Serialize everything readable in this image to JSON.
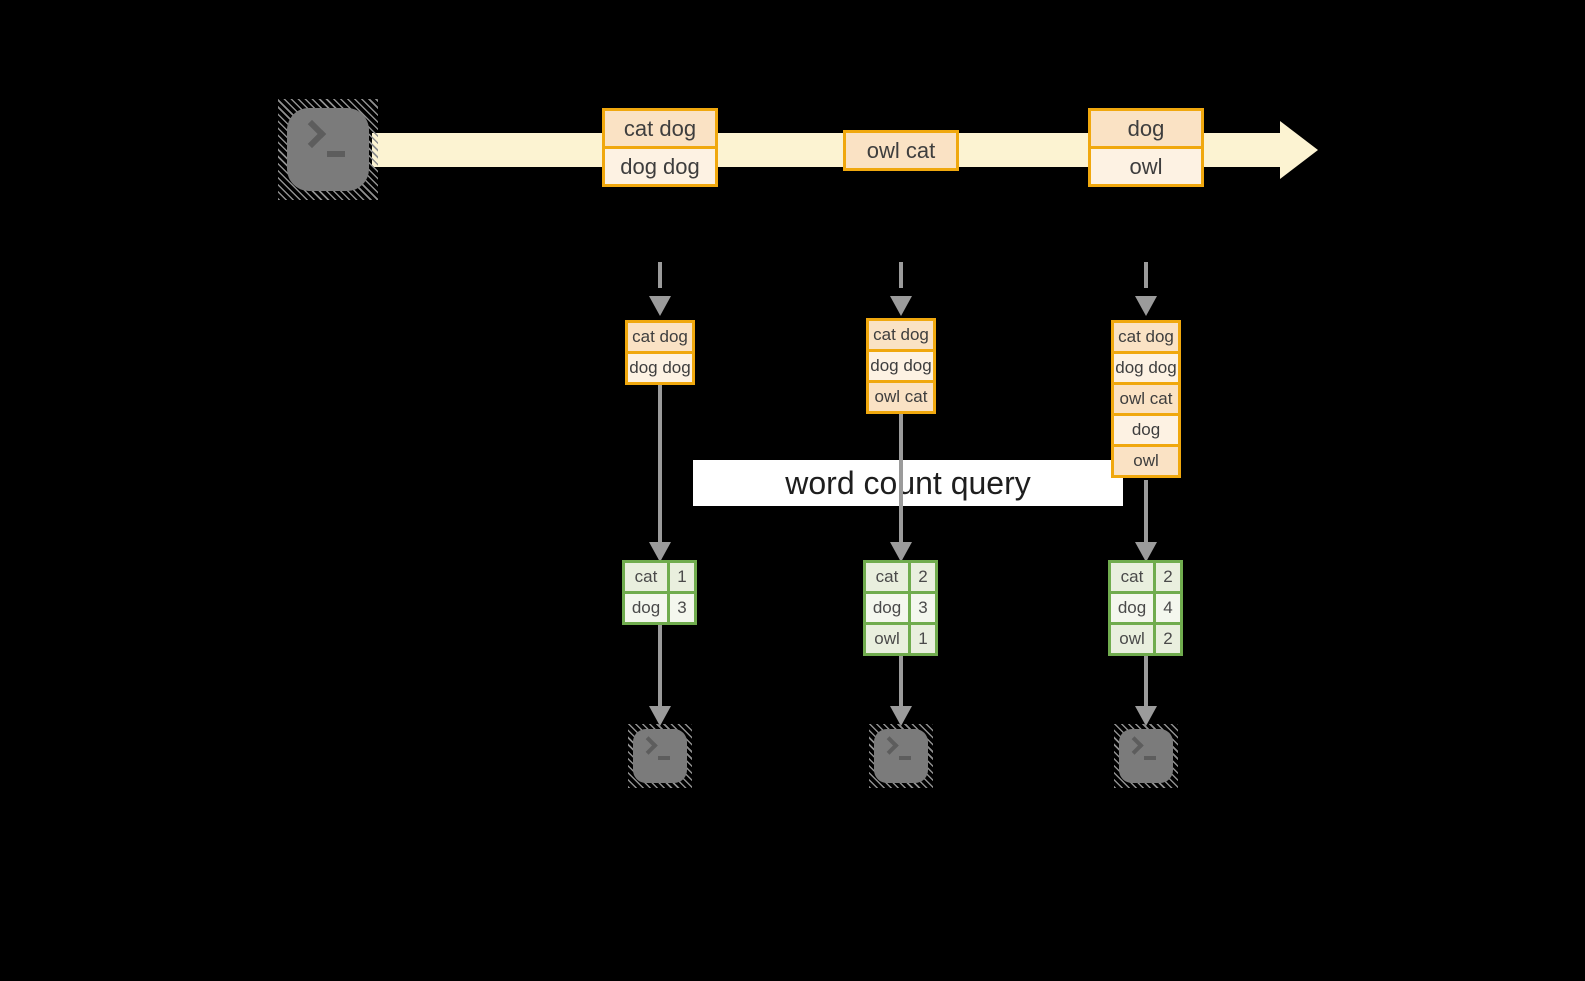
{
  "colors": {
    "bg": "#000000",
    "band": "#FCF3D2",
    "orange": "#F0A80E",
    "peach": "#FAE2C4",
    "cream": "#FDF2E3",
    "green": "#70AC4E",
    "green-cell": "#E9EFDE",
    "green-cell-light": "#F4F7EE",
    "gray-arrow": "#9B9B9B",
    "terminal": "#7B7B7B",
    "glyph": "#5D5D5D",
    "text-dark": "#3E3E3E",
    "table-text": "#4A4A4A",
    "query-bg": "#FFFFFF",
    "query-text": "#1E1E1E"
  },
  "stream": {
    "source_icon": "terminal-icon",
    "batches": [
      {
        "messages": [
          "cat dog",
          "dog dog"
        ]
      },
      {
        "messages": [
          "owl cat"
        ]
      },
      {
        "messages": [
          "dog",
          "owl"
        ]
      }
    ]
  },
  "query": {
    "label": "word count query"
  },
  "columns": [
    {
      "state": [
        "cat dog",
        "dog dog"
      ],
      "counts": [
        {
          "word": "cat",
          "count": 1
        },
        {
          "word": "dog",
          "count": 3
        }
      ],
      "sink_icon": "terminal-icon"
    },
    {
      "state": [
        "cat dog",
        "dog dog",
        "owl cat"
      ],
      "counts": [
        {
          "word": "cat",
          "count": 2
        },
        {
          "word": "dog",
          "count": 3
        },
        {
          "word": "owl",
          "count": 1
        }
      ],
      "sink_icon": "terminal-icon"
    },
    {
      "state": [
        "cat dog",
        "dog dog",
        "owl cat",
        "dog",
        "owl"
      ],
      "counts": [
        {
          "word": "cat",
          "count": 2
        },
        {
          "word": "dog",
          "count": 4
        },
        {
          "word": "owl",
          "count": 2
        }
      ],
      "sink_icon": "terminal-icon"
    }
  ]
}
